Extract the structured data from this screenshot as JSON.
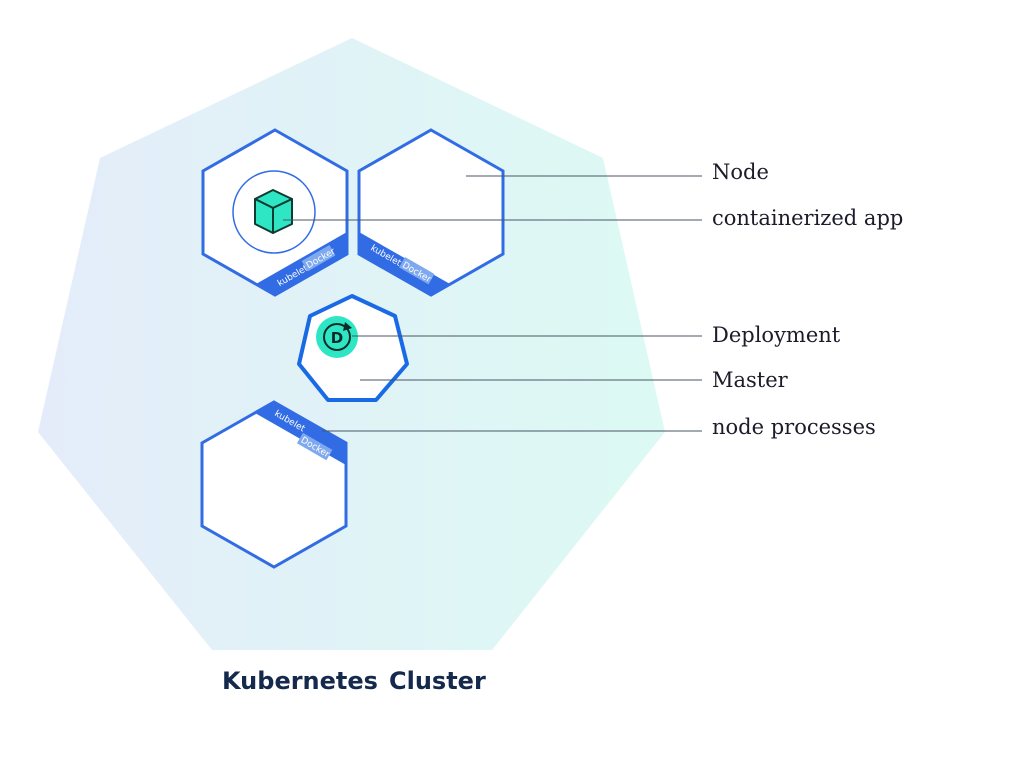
{
  "diagram": {
    "title_left": "Kubernetes",
    "title_right": "Cluster",
    "labels": {
      "node": "Node",
      "containerized_app": "containerized app",
      "deployment": "Deployment",
      "master": "Master",
      "node_processes": "node processes"
    },
    "node_strip": {
      "kubelet": "kubelet",
      "docker": "Docker"
    },
    "deployment_glyph": "D",
    "colors": {
      "cluster_gradient_start": "#e4ecfa",
      "cluster_gradient_end": "#dcfaf3",
      "node_stroke": "#326ce5",
      "strip_fill": "#326ce5",
      "docker_tag_fill": "#7fa9ee",
      "app_cube": "#2ee6c4",
      "app_cube_dark": "#0f3b33",
      "deployment_badge": "#2ee6c4",
      "title": "#15294d",
      "leader_line": "#4a5566"
    }
  }
}
